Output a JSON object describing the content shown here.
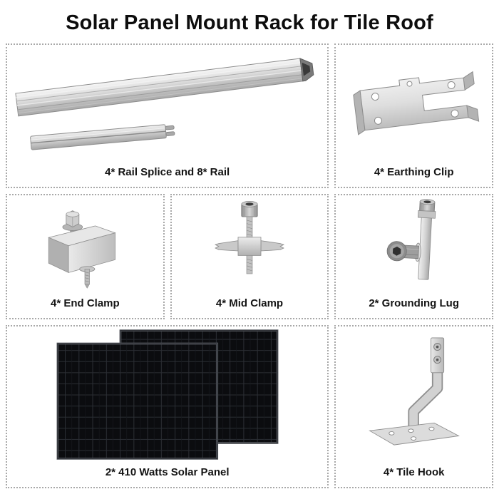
{
  "title": "Solar Panel Mount Rack for Tile Roof",
  "panels": {
    "rail": {
      "caption": "4* Rail Splice and 8* Rail",
      "image": "rail-splice-and-rail-photo"
    },
    "earthing_clip": {
      "caption": "4* Earthing Clip",
      "image": "earthing-clip-photo"
    },
    "end_clamp": {
      "caption": "4* End Clamp",
      "image": "end-clamp-photo"
    },
    "mid_clamp": {
      "caption": "4* Mid Clamp",
      "image": "mid-clamp-photo"
    },
    "grounding_lug": {
      "caption": "2* Grounding Lug",
      "image": "grounding-lug-photo"
    },
    "solar_panel": {
      "caption": "2* 410 Watts Solar Panel",
      "image": "solar-panels-photo"
    },
    "tile_hook": {
      "caption": "4* Tile Hook",
      "image": "tile-hook-photo"
    }
  },
  "colors": {
    "background": "#ffffff",
    "title_text": "#0d0d0d",
    "caption_text": "#141414",
    "panel_border": "#a8a8a8",
    "metal_silver": "#d2d2d2",
    "solar_cell_black": "#0b0c0f"
  }
}
